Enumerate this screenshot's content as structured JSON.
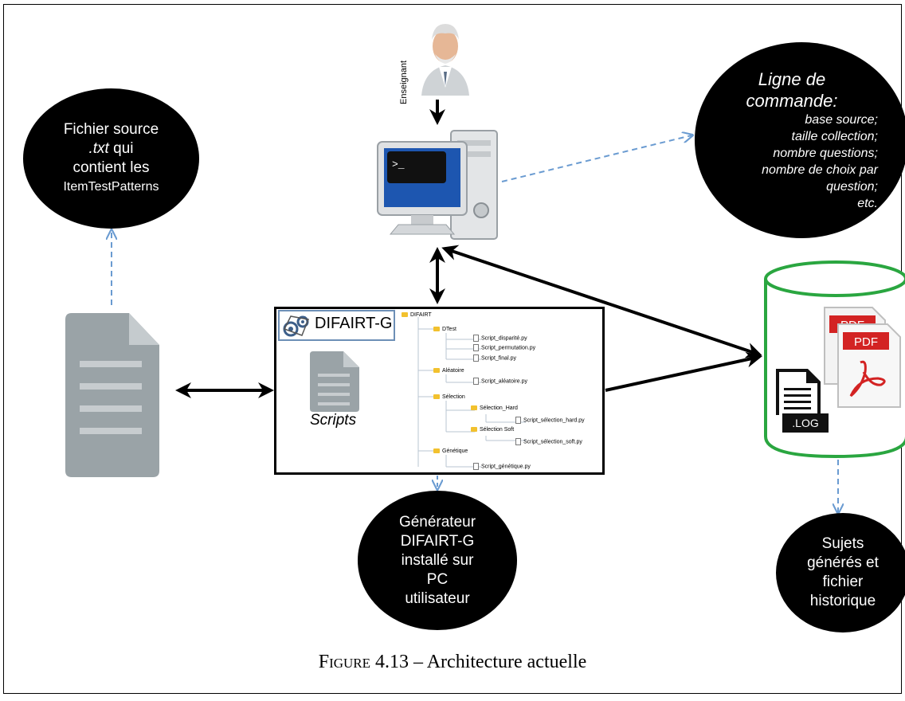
{
  "source_file_bubble": {
    "line1": "Fichier source",
    "line2_italic": ".txt",
    "line2_rest": " qui",
    "line3": "contient les",
    "line4": "ItemTestPatterns"
  },
  "teacher_label": "Enseignant",
  "command_bubble": {
    "title_line1": "Ligne de",
    "title_line2": "commande:",
    "items": [
      "base source;",
      "taille  collection;",
      "nombre questions;",
      "nombre de choix par",
      "question;",
      "etc."
    ]
  },
  "generator_box": {
    "logo_label": "DIFAIRT-G",
    "scripts_label": "Scripts",
    "tree": [
      {
        "label": "DIFAIRT",
        "type": "folder",
        "level": 0
      },
      {
        "label": "DTest",
        "type": "folder",
        "level": 1
      },
      {
        "label": "Script_disparité.py",
        "type": "file",
        "level": 2
      },
      {
        "label": "Script_permutation.py",
        "type": "file",
        "level": 2
      },
      {
        "label": "Script_final.py",
        "type": "file",
        "level": 2
      },
      {
        "label": "Aléatoire",
        "type": "folder",
        "level": 1
      },
      {
        "label": "Script_aléatoire.py",
        "type": "file",
        "level": 2
      },
      {
        "label": "Sélection",
        "type": "folder",
        "level": 1
      },
      {
        "label": "Sélection_Hard",
        "type": "folder",
        "level": 2
      },
      {
        "label": "Script_sélection_hard.py",
        "type": "file",
        "level": 3
      },
      {
        "label": "Sélection Soft",
        "type": "folder",
        "level": 2
      },
      {
        "label": "Script_sélection_soft.py",
        "type": "file",
        "level": 3
      },
      {
        "label": "Génétique",
        "type": "folder",
        "level": 1
      },
      {
        "label": "Script_génétique.py",
        "type": "file",
        "level": 2
      }
    ]
  },
  "generator_bubble": {
    "lines": [
      "Générateur",
      "DIFAIRT-G",
      "installé sur",
      "PC",
      "utilisateur"
    ]
  },
  "storage": {
    "pdf_label_back": "PDF",
    "pdf_label_front": "PDF",
    "log_label": ".LOG"
  },
  "output_bubble": {
    "lines": [
      "Sujets",
      "générés et",
      "fichier",
      "historique"
    ]
  },
  "caption": {
    "figure_word": "Figure",
    "number": "4.13",
    "separator": "–",
    "title": "Architecture actuelle"
  },
  "colors": {
    "dashed_arrow": "#6a9bd1",
    "cylinder_border": "#2aa640",
    "logo_border": "#6d8fb6",
    "file_gray": "#9aa3a7"
  }
}
